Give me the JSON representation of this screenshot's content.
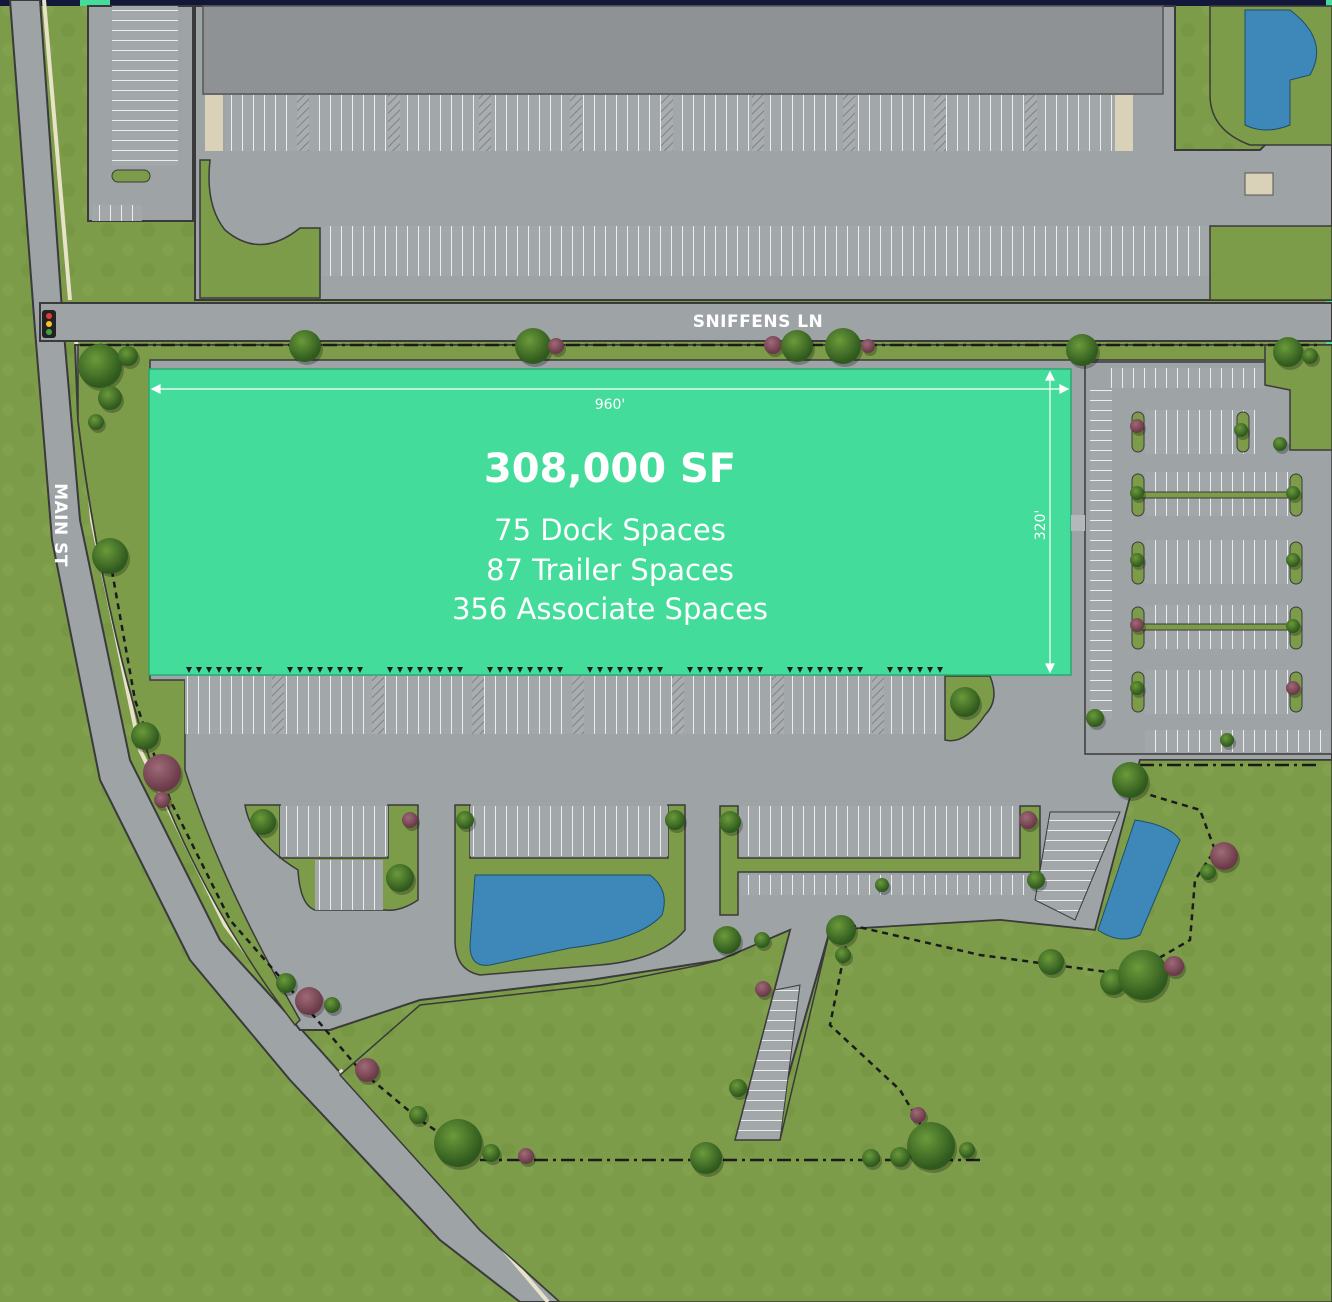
{
  "streets": {
    "top": "SNIFFENS LN",
    "left": "MAIN ST"
  },
  "building": {
    "area": "308,000 SF",
    "lines": [
      "75 Dock Spaces",
      "87 Trailer Spaces",
      "356 Associate Spaces"
    ],
    "width_label": "960'",
    "depth_label": "320'"
  },
  "colors": {
    "grass": "#7c9c4a",
    "pavement": "#9ea3a6",
    "building_highlight": "#43dc9b",
    "existing_building": "#8f9294",
    "pond": "#3d88b8",
    "header_bar": "#13173a"
  }
}
